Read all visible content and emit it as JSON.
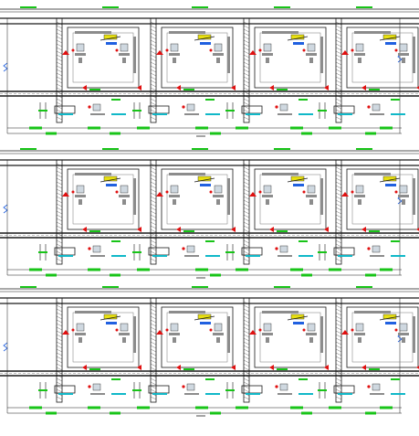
{
  "drawing": {
    "type": "electrical layout plan sheet",
    "background": "#ffffff",
    "line_color": "#1a1a1a",
    "accent_colors": {
      "dimension_green": "#18c418",
      "marker_red": "#e01010",
      "equipment_yellow": "#e8e010",
      "equipment_gray": "#8c8c8c",
      "label_blue": "#2060e0",
      "label_cyan": "#10b8c8"
    },
    "bands": [
      {
        "name": "band-1",
        "bays": 4
      },
      {
        "name": "band-2",
        "bays": 4
      },
      {
        "name": "band-3",
        "bays": 4
      }
    ],
    "icon_names": [
      "column-marker",
      "equipment-symbol",
      "arrow-marker",
      "section-cut-marker",
      "dimension-tick"
    ]
  }
}
